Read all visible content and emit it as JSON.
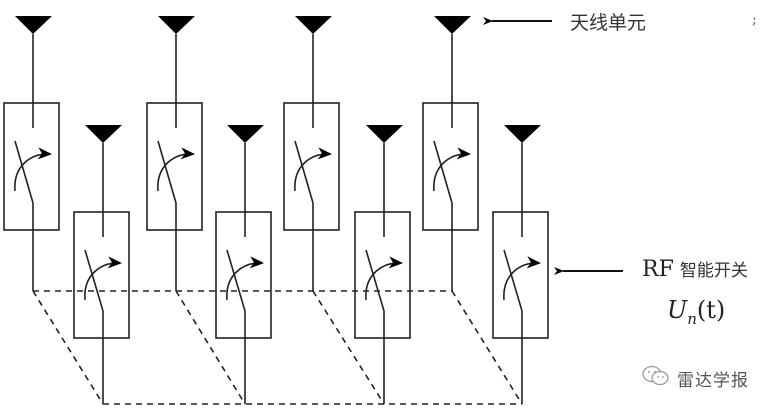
{
  "labels": {
    "antenna_unit": "天线单元",
    "semicolon": ";",
    "rf_prefix": "RF",
    "rf_switch": "智能开关",
    "control_symbol": "U",
    "control_subscript": "n",
    "control_arg": "(t)"
  },
  "watermark": {
    "icon": "wechat-icon",
    "text": "雷达学报"
  },
  "colors": {
    "stroke": "#222222",
    "fill": "#000000",
    "background": "#ffffff"
  },
  "diagram": {
    "element_count": 8,
    "rows": [
      "upper",
      "lower"
    ],
    "elements": [
      {
        "id": 1,
        "row": "upper",
        "component": "antenna + RF switch"
      },
      {
        "id": 2,
        "row": "lower",
        "component": "antenna + RF switch"
      },
      {
        "id": 3,
        "row": "upper",
        "component": "antenna + RF switch"
      },
      {
        "id": 4,
        "row": "lower",
        "component": "antenna + RF switch"
      },
      {
        "id": 5,
        "row": "upper",
        "component": "antenna + RF switch"
      },
      {
        "id": 6,
        "row": "lower",
        "component": "antenna + RF switch"
      },
      {
        "id": 7,
        "row": "upper",
        "component": "antenna + RF switch"
      },
      {
        "id": 8,
        "row": "lower",
        "component": "antenna + RF switch"
      }
    ],
    "connections": "dashed feed network linking switch outputs"
  }
}
